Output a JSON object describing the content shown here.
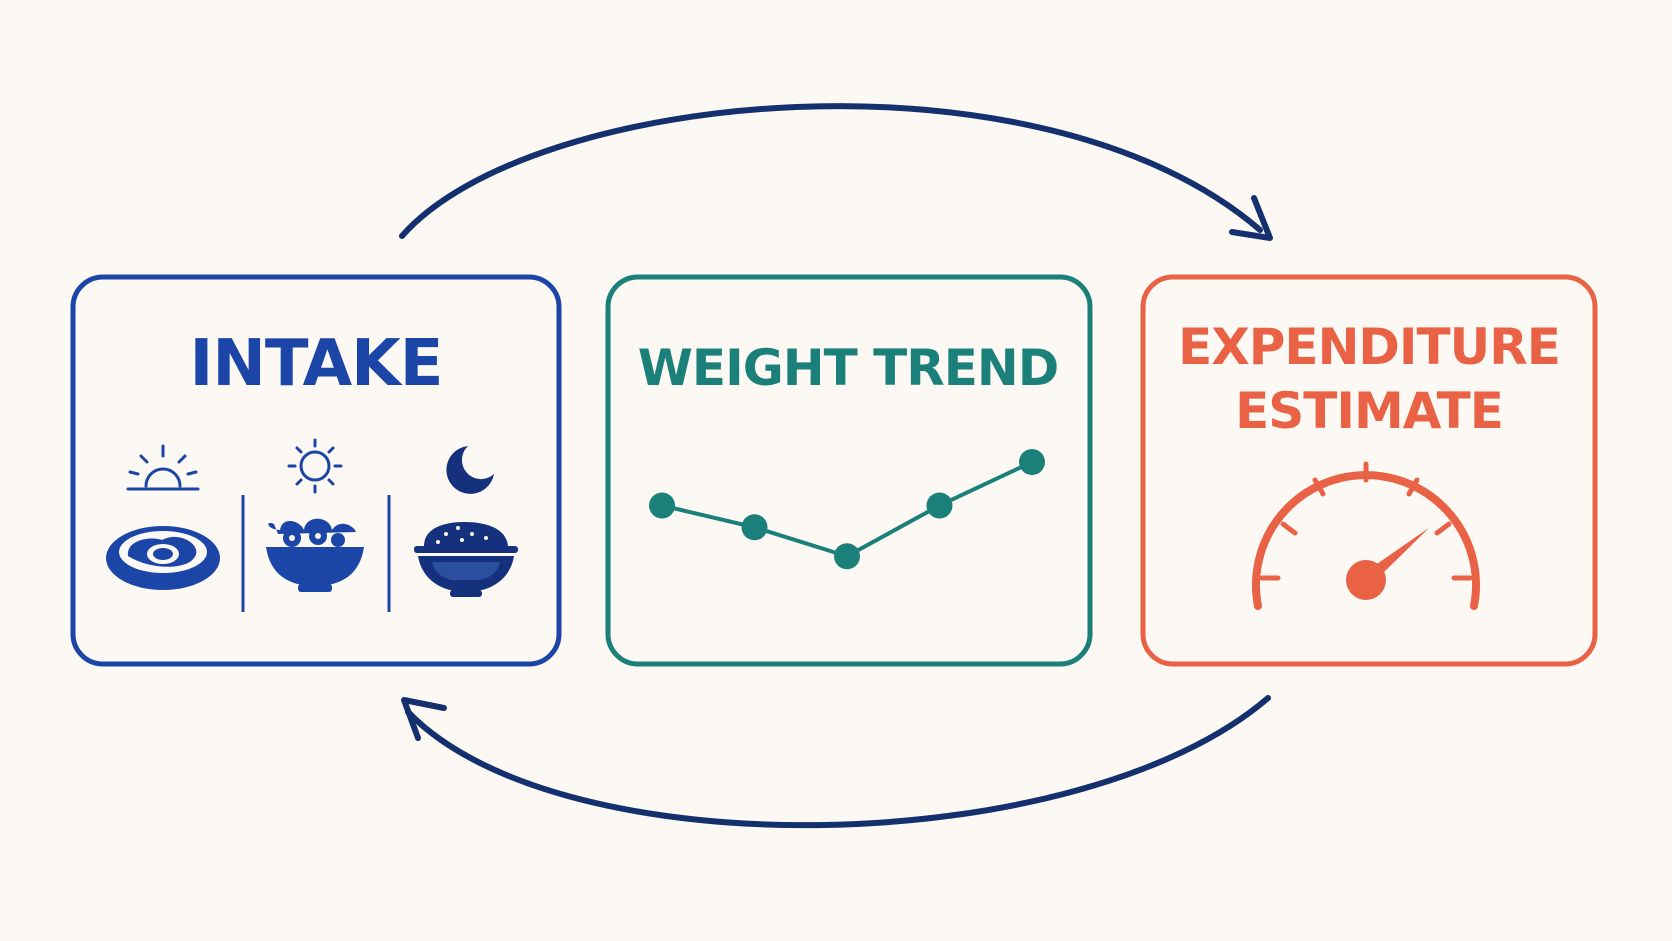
{
  "colors": {
    "background": "#fcf8f3",
    "intake": "#1c45a8",
    "intake_dark": "#15317e",
    "trend": "#1a8079",
    "expenditure": "#ea6245",
    "arrows": "#14306e"
  },
  "boxes": {
    "intake": {
      "title": "INTAKE",
      "meals": [
        {
          "time_icon": "sunrise-icon",
          "food_icon": "egg-plate-icon"
        },
        {
          "time_icon": "sun-icon",
          "food_icon": "salad-bowl-icon"
        },
        {
          "time_icon": "moon-icon",
          "food_icon": "rice-bowl-icon"
        }
      ]
    },
    "weight_trend": {
      "title": "WEIGHT TREND",
      "trend_values": [
        5,
        3.5,
        1.5,
        5,
        8
      ]
    },
    "expenditure": {
      "title_line1": "EXPENDITURE",
      "title_line2": "ESTIMATE",
      "gauge_icon": "speedometer-icon",
      "gauge_level": 0.78
    }
  },
  "arrows": [
    {
      "from": "intake",
      "to": "expenditure",
      "icon": "curved-arrow-right-icon"
    },
    {
      "from": "expenditure",
      "to": "intake",
      "icon": "curved-arrow-left-icon"
    }
  ]
}
